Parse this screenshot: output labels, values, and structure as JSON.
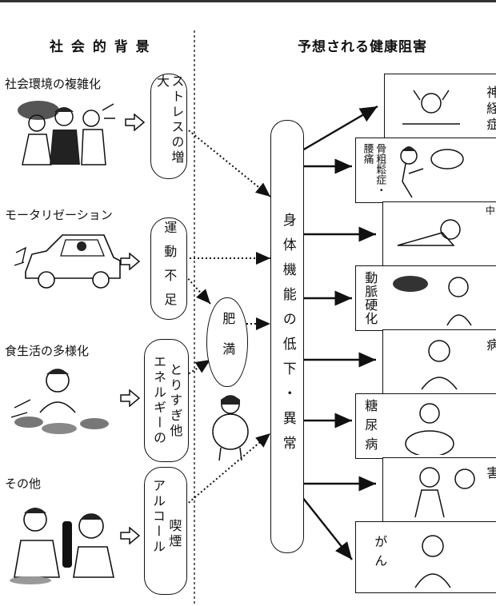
{
  "headers": {
    "left": "社 会 的 背 景",
    "right": "予想される健康阻害"
  },
  "causes": [
    {
      "label": "社会環境の複雑化",
      "factor": "ストレスの増大"
    },
    {
      "label": "モータリゼーション",
      "factor": "運動不足"
    },
    {
      "label": "食生活の多様化",
      "factor_col1": "エネルギーの",
      "factor_col2": "とりすぎ他"
    },
    {
      "label": "その他",
      "factor_col1": "アルコール",
      "factor_col2": "喫煙"
    }
  ],
  "obesity": "肥満",
  "central": "身体機能の低下・異常",
  "outcomes": [
    {
      "text": "神経症"
    },
    {
      "text": "骨粗鬆症・腰痛"
    },
    {
      "text": "高血圧・脳卒中"
    },
    {
      "text": "動脈硬化"
    },
    {
      "text": "心臓病"
    },
    {
      "text": "糖尿病"
    },
    {
      "text": "肝障害"
    },
    {
      "text": "がん"
    }
  ],
  "icons": [
    "arrow-right-icon",
    "stressed-people-illustration",
    "car-illustration",
    "eating-illustration",
    "drinking-illustration",
    "obese-woman-illustration"
  ]
}
